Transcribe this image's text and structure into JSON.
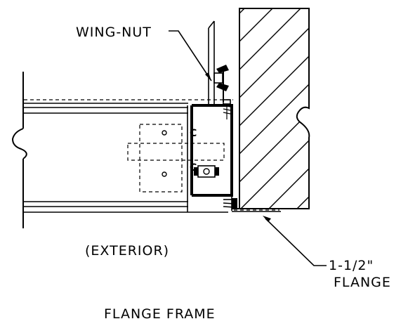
{
  "labels": {
    "wing_nut": "WING-NUT",
    "exterior": "(EXTERIOR)",
    "flange_size": "1-1/2\"",
    "flange": "FLANGE",
    "title": "FLANGE FRAME"
  }
}
